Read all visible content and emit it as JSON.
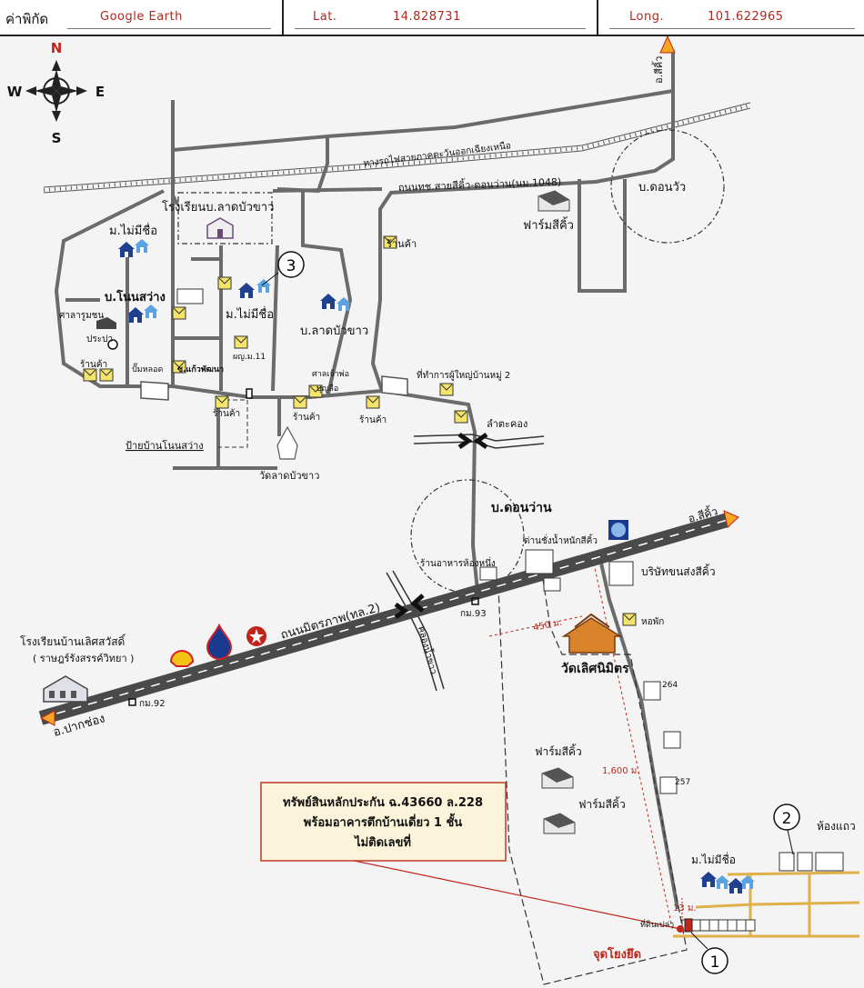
{
  "header": {
    "coord_label": "ค่าพิกัด",
    "coord_source": "Google Earth",
    "lat_label": "Lat.",
    "lat_value": "14.828731",
    "long_label": "Long.",
    "long_value": "101.622965"
  },
  "compass": {
    "n": "N",
    "s": "S",
    "e": "E",
    "w": "W"
  },
  "labels": {
    "railway": "ทางรถไฟสายภาคตะวันออกเฉียงเหนือ",
    "road_sikhio_donwan": "ถนนทช.สายสีคิ้ว-ดอนว่าน(นม.1048)",
    "to_sikhio_top": "อ.สีคิ้ว",
    "ban_donwua": "บ.ดอนวัว",
    "farm_sikhio_1": "ฟาร์มสีคิ้ว",
    "school_lat_bua_khao": "โรงเรียนบ.ลาดบัวขาว",
    "village_no_name_1": "ม.ไม่มีชื่อ",
    "village_no_name_2": "ม.ไม่มีชื่อ",
    "ban_non_sawang": "บ.โนนสว่าง",
    "ban_lat_bua_khao": "บ.ลาดบัวขาว",
    "sala": "ศาลารูมชน",
    "prapa": "ประปา",
    "shop_top": "ร้านค้า",
    "shop_left": "ร้านค้า",
    "shop_1": "ร้านค้า",
    "shop_2": "ร้านค้า",
    "shop_3": "ร้านค้า",
    "gas_station": "ปั๊มหลอด",
    "soi_kaew": "ซ.แก้วพัฒนา",
    "phuyai_11": "ผญ.ม.11",
    "sala_chao_pho": "ศาลเจ้าพ่อ",
    "bunlue": "บุญลือ",
    "phuyai_office": "ที่ทำการผู้ใหญ่บ้านหมู่ 2",
    "lam_ta_khong": "ลำตะคอง",
    "sign_non_sawang": "ป้ายบ้านโนนสว่าง",
    "wat_lat_bua_khao": "วัดลาดบัวขาว",
    "ban_donwan": "บ.ดอนว่าน",
    "restaurant": "ร้านอาหารห้องหนึ่ง",
    "weigh_station": "ด่านชั่งน้ำหนักสีคิ้ว",
    "to_sikhio_right": "อ.สีคิ้ว",
    "transport_co": "บริษัทขนส่งสีคิ้ว",
    "road_mittraphap": "ถนนมิตรภาพ(ทล.2)",
    "km93": "กม.93",
    "canal": "คลองน้ำขาว",
    "dist_450": "450 ม.",
    "dorm": "หอพัก",
    "wat_loet_nimit": "วัดเลิศนิมิตร",
    "school_loet": "โรงเรียนบ้านเลิศสวัสดิ์",
    "school_loet_sub": "( ราษฎร์รังสรรค์วิทยา )",
    "km92": "กม.92",
    "to_pak_chong": "อ.ปากช่อง",
    "farm_sikhio_2": "ฟาร์มสีคิ้ว",
    "farm_sikhio_3": "ฟาร์มสีคิ้ว",
    "house_264": "264",
    "house_257": "257",
    "dist_1600": "1,600 ม.",
    "village_no_name_3": "ม.ไม่มีชื่อ",
    "shophouse": "ห้องแถว",
    "dist_13": "13 ม.",
    "vacant_land": "ที่ดินเปล่า",
    "anchor_point": "จุดโยงยึด",
    "marker_1": "1",
    "marker_2": "2",
    "marker_3": "3"
  },
  "callout": {
    "line1": "ทรัพย์สินหลักประกัน ฉ.43660 ล.228",
    "line2": "พร้อมอาคารตึกบ้านเดี่ยว 1 ชั้น",
    "line3": "ไม่ติดเลขที่"
  },
  "colors": {
    "road": "#6b6b6b",
    "highway": "#4a4a4a",
    "accent_red": "#c0251b",
    "callout_fill": "#fbf3da",
    "callout_border": "#c0392b",
    "house_blue": "#1f3f8f",
    "house_light": "#5aa3e0",
    "shop_yellow": "#f5e46a"
  }
}
